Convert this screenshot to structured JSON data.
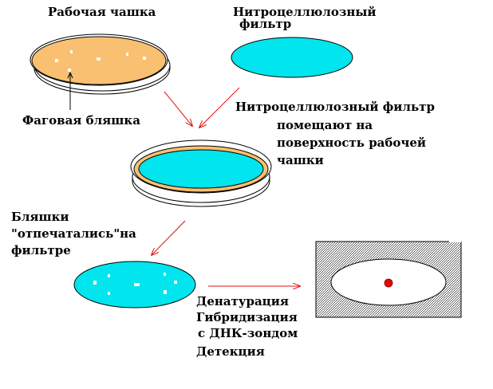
{
  "labels": {
    "working_dish": "Рабочая чашка",
    "filter_line1": "Нитроцеллюлозный",
    "filter_line2": "фильтр",
    "phage_plaque": "Фаговая бляшка",
    "place_line1": "Нитроцеллюлозный фильтр",
    "place_line2": "помещают на",
    "place_line3": "поверхность рабочей",
    "place_line4": "чашки",
    "imprint_line1": "Бляшки",
    "imprint_line2": "\"отпечатались\"на",
    "imprint_line3": "фильтре",
    "step_denaturation": "Денатурация",
    "step_hybridization": "Гибридизация",
    "step_probe": "с ДНК-зондом",
    "step_detection": "Детекция"
  },
  "colors": {
    "dish_fill": "#f8c070",
    "filter_fill": "#00e5ee",
    "arrow": "#e01010",
    "signal_dot": "#ee0000",
    "film_background": "#9a9a9a",
    "outline": "#000000"
  }
}
